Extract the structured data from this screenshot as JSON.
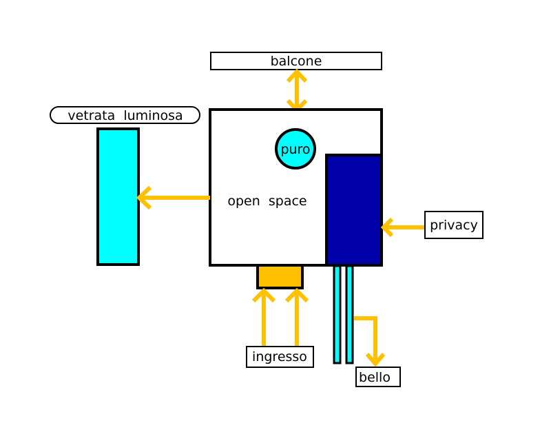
{
  "labels": {
    "balcone": "balcone",
    "vetrata": "vetrata  luminosa",
    "puro": "puro",
    "open_space": "open  space",
    "privacy": "privacy",
    "ingresso": "ingresso",
    "bello": "bello"
  },
  "colors": {
    "arrow": "#FFC000",
    "cyan": "#00FFFF",
    "dark_blue": "#0000AA",
    "entrance": "#FFC000",
    "outline": "#000000",
    "background": "#FFFFFF"
  }
}
